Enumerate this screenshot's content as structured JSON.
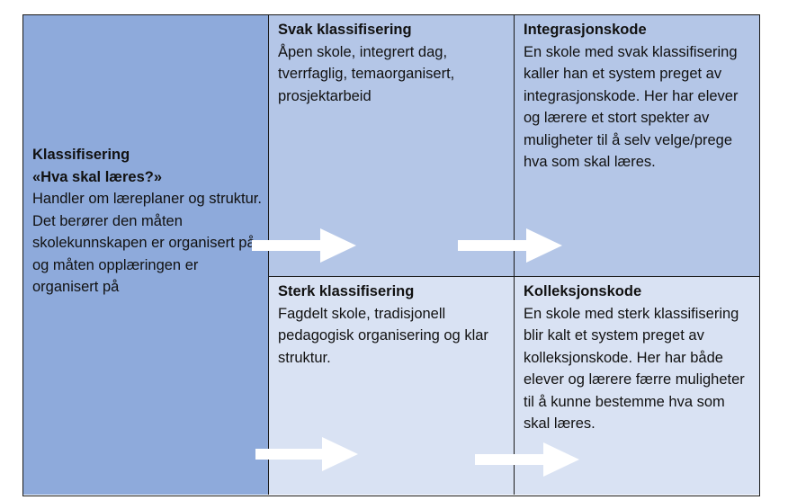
{
  "left": {
    "heading_line1": "Klassifisering",
    "heading_line2": "«Hva skal læres?»",
    "body": "Handler om læreplaner og struktur. Det berører den måten skolekunnskapen er organisert på, og måten opplæringen er organisert på"
  },
  "top_middle": {
    "heading": "Svak klassifisering",
    "body": "Åpen skole, integrert dag, tverrfaglig, temaorganisert, prosjektarbeid"
  },
  "top_right": {
    "heading": "Integrasjonskode",
    "body": "En skole med svak klassifisering kaller han et system preget av integrasjonskode. Her har elever og lærere et stort spekter av muligheter til å selv velge/prege hva som skal læres."
  },
  "bottom_middle": {
    "heading": "Sterk klassifisering",
    "body": "Fagdelt skole, tradisjonell pedagogisk organisering og klar struktur."
  },
  "bottom_right": {
    "heading": "Kolleksjonskode",
    "body": "En skole med sterk klassifisering blir kalt et system preget av kolleksjonskode. Her har både elever og lærere færre muligheter til å kunne bestemme hva som skal læres."
  },
  "colors": {
    "left_fill": "#8eaadb",
    "top_fill": "#b4c6e7",
    "bottom_fill": "#d9e2f3",
    "arrow_fill": "#ffffff",
    "border": "#1a1a1a"
  }
}
